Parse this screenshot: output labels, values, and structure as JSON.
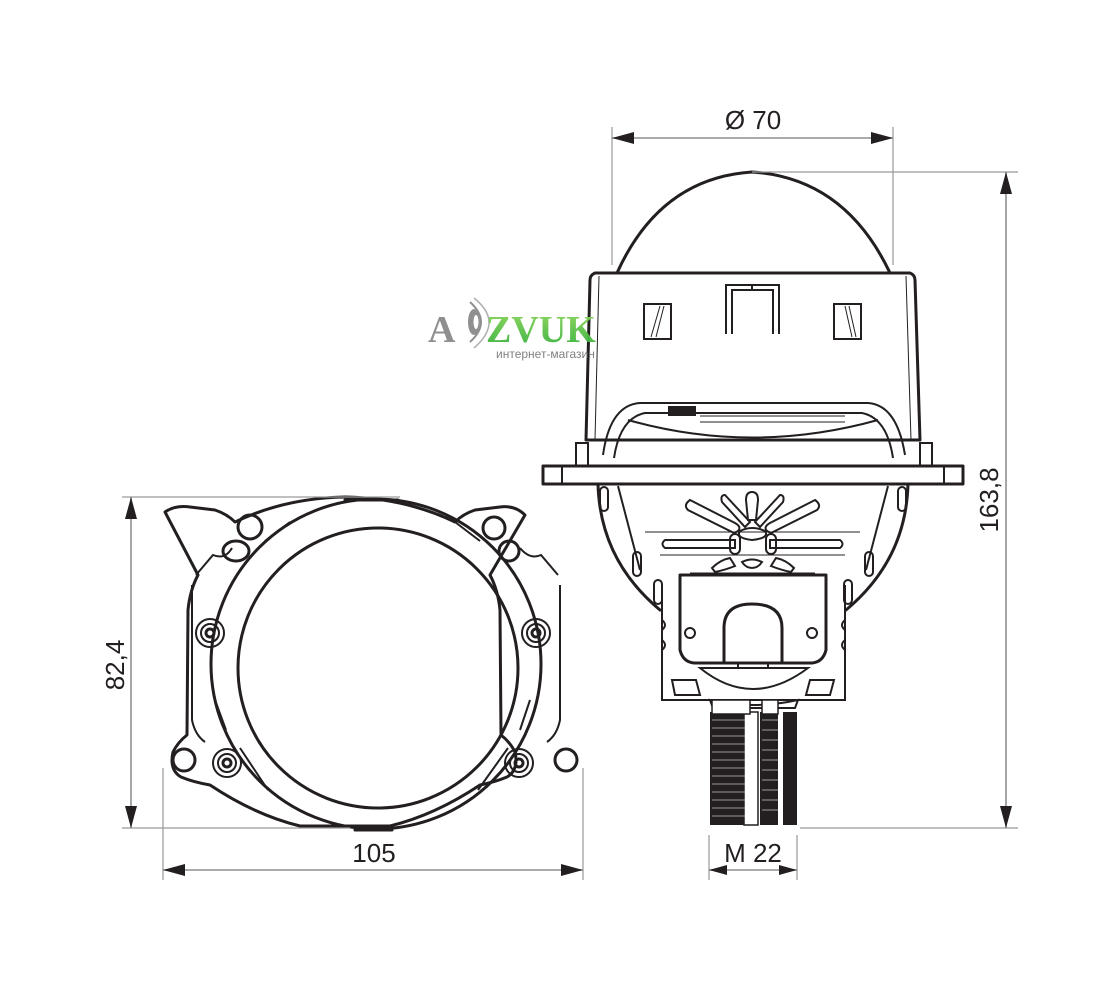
{
  "drawing": {
    "subject": "bi-LED projector lens technical drawing",
    "views": [
      "front-view",
      "side-view"
    ],
    "line_color": "#231f20",
    "dimension_line_color": "#8f8f8f"
  },
  "dimensions": {
    "lens_diameter": "Ø 70",
    "total_height": "163,8",
    "front_height": "82,4",
    "front_width": "105",
    "thread": "M 22"
  },
  "watermark": {
    "letter_a": "A",
    "brand": "ZVUK",
    "subtitle": "интернет-магазин",
    "brand_color": "#3db83d",
    "gray_color": "#8a8a8a"
  }
}
